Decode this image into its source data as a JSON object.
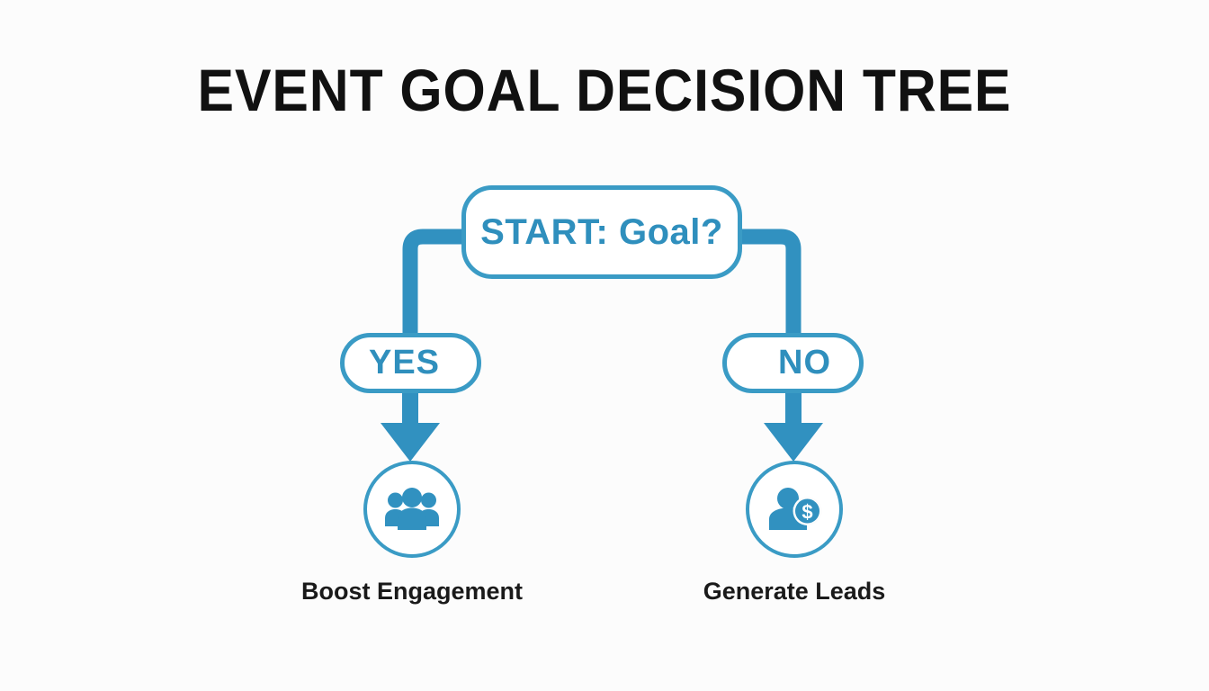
{
  "page": {
    "title": "EVENT GOAL DECISION TREE",
    "background_color": "#fcfcfc"
  },
  "theme": {
    "accent_blue": "#3a9bc5",
    "text_blue": "#2f8fbd",
    "connector_blue": "#3191c0",
    "label_black": "#1a1a1a",
    "node_fill": "#ffffff"
  },
  "diagram": {
    "type": "decision-tree",
    "start": {
      "label": "START: Goal?",
      "shape": "rounded-rectangle"
    },
    "branches": [
      {
        "id": "yes",
        "label": "YES",
        "shape": "pill",
        "outcome": {
          "label": "Boost Engagement",
          "icon": "people-group-icon"
        }
      },
      {
        "id": "no",
        "label": "NO",
        "shape": "pill",
        "outcome": {
          "label": "Generate Leads",
          "icon": "person-dollar-icon"
        }
      }
    ]
  }
}
